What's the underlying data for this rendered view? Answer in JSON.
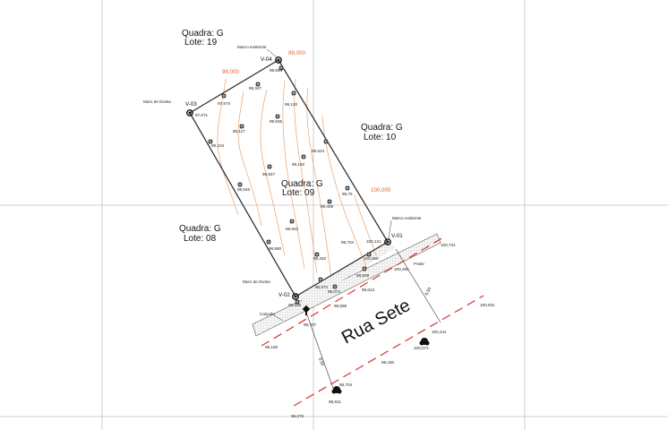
{
  "lots": {
    "main": {
      "quadra": "Quadra: G",
      "lote": "Lote: 09"
    },
    "north": {
      "quadra": "Quadra: G",
      "lote": "Lote: 19"
    },
    "east": {
      "quadra": "Quadra: G",
      "lote": "Lote: 10"
    },
    "west": {
      "quadra": "Quadra: G",
      "lote": "Lote: 08"
    }
  },
  "street": {
    "name": "Rua Sete"
  },
  "vertices": {
    "v01": "V-01",
    "v02": "V-02",
    "v03": "V-03",
    "v04": "V-04"
  },
  "annotations": {
    "marco_existente_top": "Marco existente",
    "marco_existente_right": "Marco  existente",
    "muro_divisa_top": "Muro de Divisa",
    "muro_divisa_bottom": "Muro de Divisa",
    "calcada": "Calçada",
    "poste": "Poste"
  },
  "contours": {
    "c98": "98,000",
    "c99": "99,000",
    "c100": "100,000"
  },
  "dimensions": {
    "d1": "8,50",
    "d2": "8,50"
  },
  "spot_levels": [
    "98,554",
    "98,347",
    "97,874",
    "97,671",
    "99,120",
    "99,835",
    "98,117",
    "98,104",
    "99,524",
    "99,192",
    "98,827",
    "98,546",
    "99,76",
    "99,459",
    "98,942",
    "99,704",
    "100,121",
    "98,880",
    "100,360",
    "100,284",
    "99,252",
    "98,609",
    "99,613",
    "98,874",
    "99,074",
    "98,335",
    "99,589",
    "98,707",
    "98,190",
    "100,731",
    "100,931",
    "100,241",
    "100,071",
    "99,430",
    "98,704",
    "98,521",
    "98,079"
  ],
  "colors": {
    "grid": "#cfcfcf",
    "boundary": "#333333",
    "contour_line": "#e9a36e",
    "contour_label": "#e8612c",
    "curb_dash": "#d9332b"
  }
}
